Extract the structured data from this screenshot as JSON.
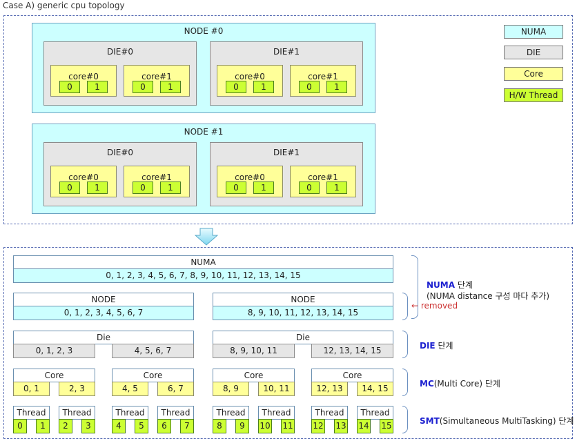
{
  "caption": "Case A) generic cpu topology",
  "top": {
    "nodes": [
      "NODE #0",
      "NODE #1"
    ],
    "dies": [
      "DIE#0",
      "DIE#1"
    ],
    "cores": [
      "core#0",
      "core#1"
    ],
    "threads": [
      "0",
      "1"
    ]
  },
  "legend": [
    "NUMA",
    "DIE",
    "Core",
    "H/W Thread"
  ],
  "bottom": {
    "numa": {
      "label": "NUMA",
      "cpus": "0, 1, 2, 3, 4, 5, 6, 7, 8, 9, 10, 11, 12, 13, 14, 15"
    },
    "node": [
      {
        "label": "NODE",
        "cpus": "0, 1, 2, 3, 4, 5, 6, 7"
      },
      {
        "label": "NODE",
        "cpus": "8, 9, 10, 11, 12, 13, 14, 15"
      }
    ],
    "die": [
      {
        "label": "Die",
        "groups": [
          "0, 1, 2, 3",
          "4, 5, 6, 7"
        ]
      },
      {
        "label": "Die",
        "groups": [
          "8, 9, 10, 11",
          "12, 13, 14, 15"
        ]
      }
    ],
    "core": [
      {
        "label": "Core",
        "groups": [
          "0, 1",
          "2, 3"
        ]
      },
      {
        "label": "Core",
        "groups": [
          "4, 5",
          "6, 7"
        ]
      },
      {
        "label": "Core",
        "groups": [
          "8, 9",
          "10, 11"
        ]
      },
      {
        "label": "Core",
        "groups": [
          "12, 13",
          "14, 15"
        ]
      }
    ],
    "thread_label": "Thread",
    "threads": [
      "0",
      "1",
      "2",
      "3",
      "4",
      "5",
      "6",
      "7",
      "8",
      "9",
      "10",
      "11",
      "12",
      "13",
      "14",
      "15"
    ]
  },
  "annotations": {
    "numa_title": "NUMA",
    "numa_suffix": " 단계",
    "numa_note": "(NUMA distance 구성 마다 추가)",
    "removed": "← removed",
    "die_title": "DIE",
    "die_suffix": " 단계",
    "mc_title": "MC",
    "mc_suffix": "(Multi Core) 단계",
    "smt_title": "SMT",
    "smt_suffix": "(Simultaneous MultiTasking) 단계"
  },
  "colors": {
    "numa": "#ccffff",
    "die": "#e6e6e6",
    "core": "#ffff99",
    "thread": "#ccff33",
    "annotation_title": "#1c20d0",
    "removed": "#cc3333"
  }
}
